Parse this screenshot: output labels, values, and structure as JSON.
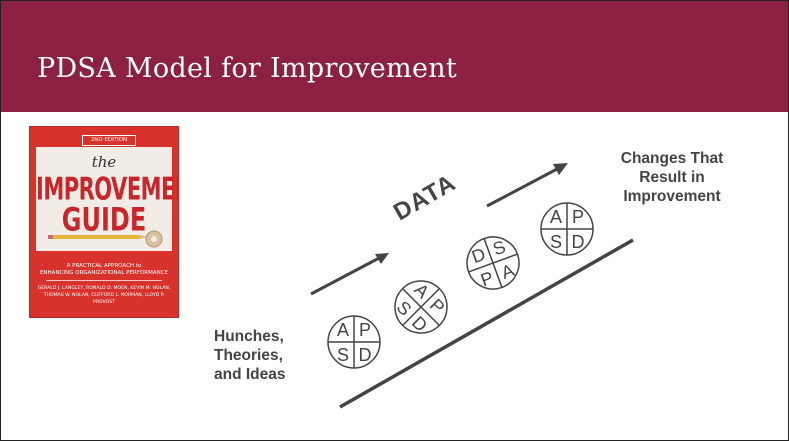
{
  "slide": {
    "title": "PDSA Model for Improvement"
  },
  "book": {
    "edition": "2ND EDITION",
    "word_the": "the",
    "word_improvement": "IMPROVEMENT",
    "word_guide": "GUIDE",
    "subtitle_line1": "A PRACTICAL APPROACH to",
    "subtitle_line2": "ENHANCING ORGANIZATIONAL PERFORMANCE",
    "authors_line1": "GERALD J. LANGLEY, RONALD D. MOEN, KEVIN M. NOLAN,",
    "authors_line2": "THOMAS W. NOLAN, CLIFFORD L. NORMAN, LLOYD P. PROVOST",
    "colors": {
      "cover": "#d8322c",
      "panel": "#f1ede6",
      "title": "#c8262a"
    }
  },
  "diagram": {
    "changes_label": "Changes That Result in Improvement",
    "hunches_label": "Hunches, Theories, and Ideas",
    "data_label": "DATA",
    "cycles": [
      {
        "letters": [
          "A",
          "P",
          "S",
          "D"
        ]
      },
      {
        "letters": [
          "A",
          "P",
          "S",
          "D"
        ]
      },
      {
        "letters": [
          "D",
          "S",
          "P",
          "A"
        ]
      },
      {
        "letters": [
          "A",
          "P",
          "S",
          "D"
        ]
      }
    ]
  },
  "colors": {
    "title_bar": "#8b2040",
    "diagram_ink": "#444444"
  }
}
